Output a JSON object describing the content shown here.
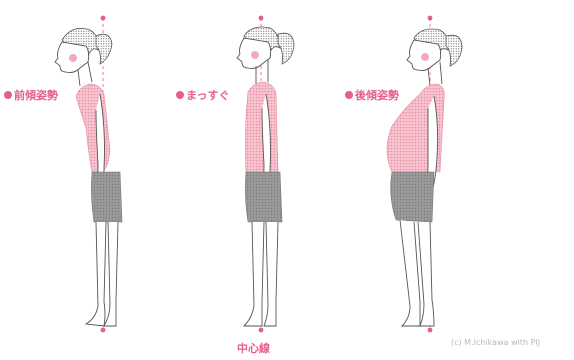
{
  "posture_labels": {
    "forward": "前傾姿勢",
    "straight": "まっすぐ",
    "backward": "後傾姿勢"
  },
  "center_line_label": "中心線",
  "credit": "(c) M.Ichikawa with PIJ",
  "colors": {
    "accent_pink": "#e65f87",
    "top_fill": "#f4b3c2",
    "shorts_fill": "#8f8f8f",
    "skin_line": "#555555"
  }
}
